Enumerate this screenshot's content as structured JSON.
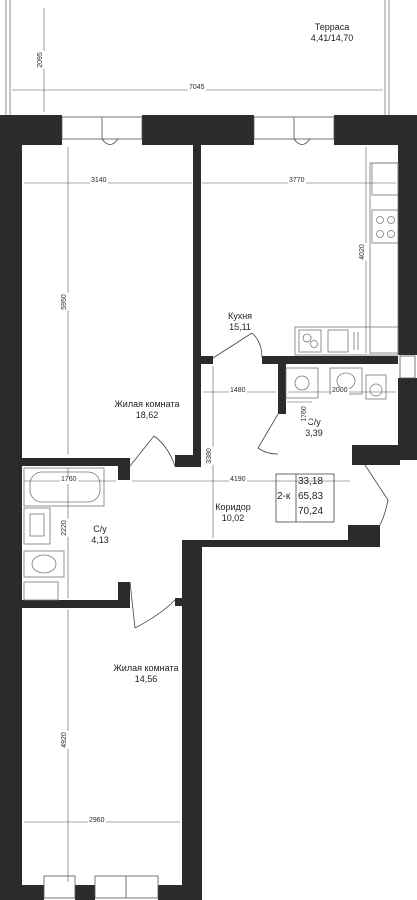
{
  "rooms": {
    "terrace": {
      "name": "Терраса",
      "area": "4,41/14,70"
    },
    "kitchen": {
      "name": "Кухня",
      "area": "15,11"
    },
    "living1": {
      "name": "Жилая комната",
      "area": "18,62"
    },
    "bath1": {
      "name": "С/у",
      "area": "3,39"
    },
    "bath2": {
      "name": "С/у",
      "area": "4,13"
    },
    "corridor": {
      "name": "Коридор",
      "area": "10,02"
    },
    "living2": {
      "name": "Жилая комната",
      "area": "14,56"
    }
  },
  "summary": {
    "type": "2-к",
    "living_area": "33,18",
    "total_area": "65,83",
    "total_with_terrace": "70,24"
  },
  "dimensions": {
    "terrace_depth": "2095",
    "terrace_width": "7045",
    "living1_width": "3140",
    "kitchen_width": "3770",
    "living1_length": "5950",
    "kitchen_length": "4020",
    "corridor_upper": "1480",
    "bath1_width": "2000",
    "bath1_depth": "1760",
    "corridor_length": "3380",
    "corridor_width": "4190",
    "bath2_width": "1760",
    "bath2_depth": "2220",
    "living2_length": "4920",
    "living2_width": "2960"
  },
  "colors": {
    "wall": "#2b2b2b",
    "line": "#555555",
    "fixture": "#777777"
  }
}
